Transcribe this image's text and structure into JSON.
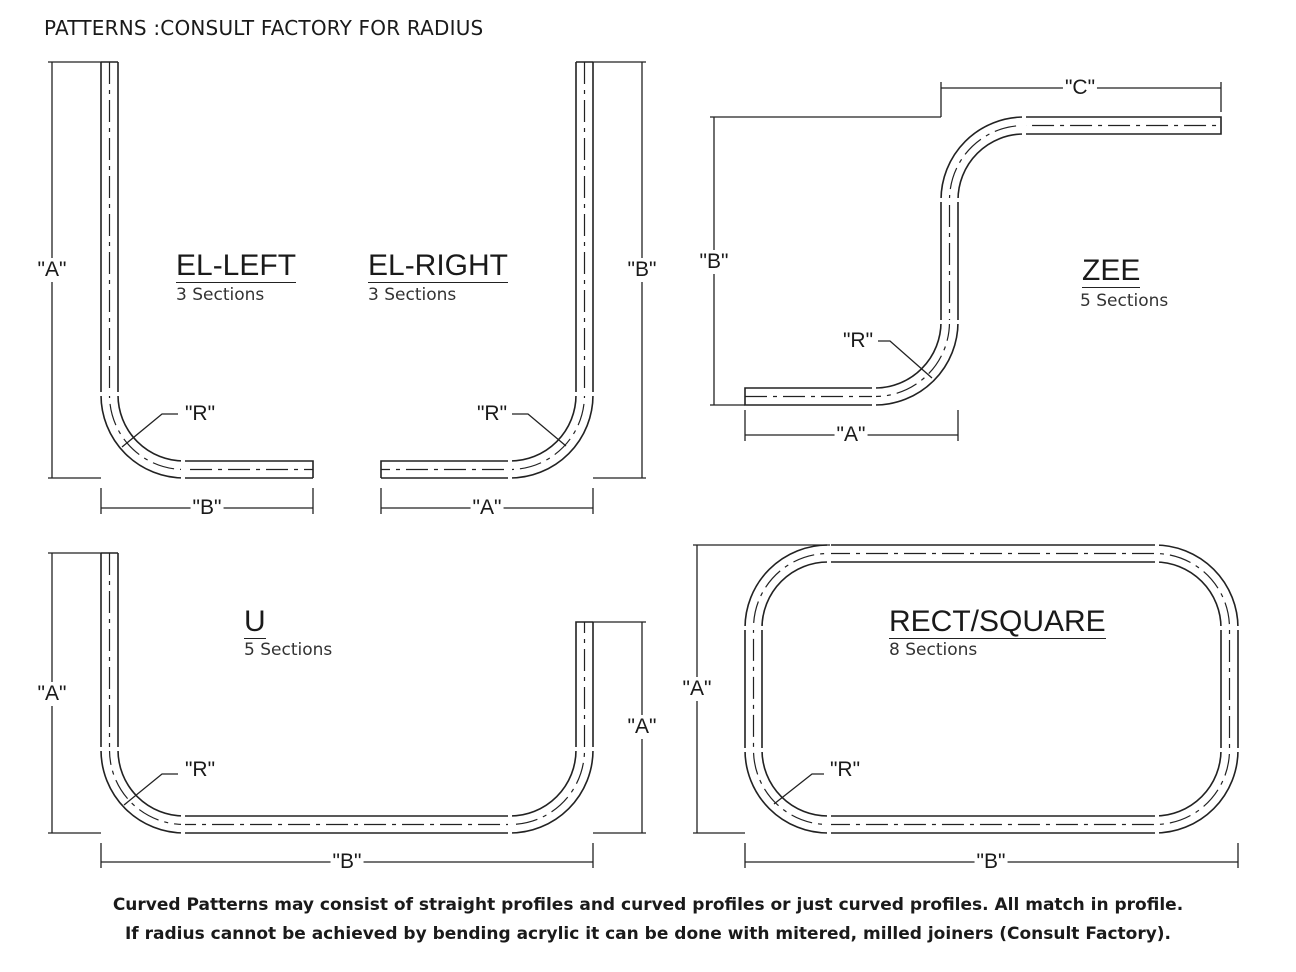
{
  "header": "PATTERNS :CONSULT FACTORY FOR RADIUS",
  "patterns": {
    "el_left": {
      "title": "EL-LEFT",
      "sections": "3 Sections"
    },
    "el_right": {
      "title": "EL-RIGHT",
      "sections": "3 Sections"
    },
    "zee": {
      "title": "ZEE",
      "sections": "5 Sections"
    },
    "u": {
      "title": "U",
      "sections": "5 Sections"
    },
    "rect": {
      "title": "RECT/SQUARE",
      "sections": "8 Sections"
    }
  },
  "dims": {
    "a": "\"A\"",
    "b": "\"B\"",
    "c": "\"C\"",
    "r": "\"R\""
  },
  "footer": {
    "line1": "Curved Patterns may consist of straight profiles and curved profiles or just curved profiles. All match in profile.",
    "line2": "If radius cannot be achieved by bending acrylic it can be done with mitered, milled joiners (Consult Factory)."
  }
}
